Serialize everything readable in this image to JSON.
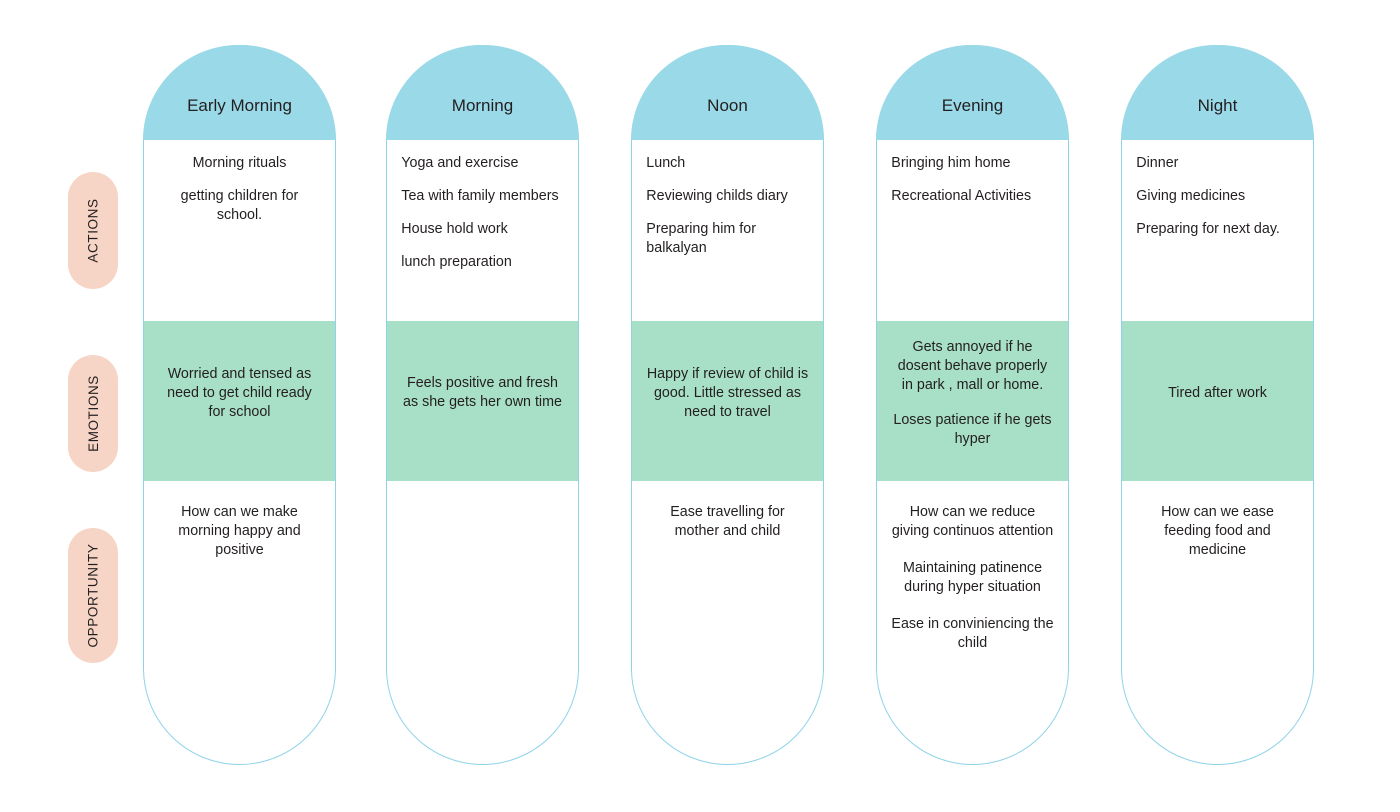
{
  "row_labels": [
    {
      "key": "actions",
      "text": "ACTIONS"
    },
    {
      "key": "emotions",
      "text": "EMOTIONS"
    },
    {
      "key": "opportunity",
      "text": "OPPORTUNITY"
    }
  ],
  "colors": {
    "header_blue": "#9ad9e8",
    "outline_blue": "#8fd3e8",
    "emotion_green": "#a8dfc7",
    "label_pink": "#f6d5c6",
    "text": "#231f20",
    "background": "#ffffff"
  },
  "columns": [
    {
      "title": "Early Morning",
      "actions_align": "center",
      "actions": [
        "Morning rituals",
        "getting children for school."
      ],
      "emotions": [
        "Worried  and tensed as need to get child ready for school"
      ],
      "opportunity": [
        "How can we make morning happy and positive"
      ]
    },
    {
      "title": "Morning",
      "actions_align": "left",
      "actions": [
        "Yoga and exercise",
        "Tea with family members",
        "House hold work",
        "lunch preparation"
      ],
      "emotions": [
        "Feels positive and fresh as she gets her own time"
      ],
      "opportunity": []
    },
    {
      "title": "Noon",
      "actions_align": "left",
      "actions": [
        "Lunch",
        "Reviewing childs diary",
        "Preparing him for balkalyan"
      ],
      "emotions": [
        "Happy if review of child is good. Little stressed as need to travel"
      ],
      "opportunity": [
        "Ease travelling for mother and child"
      ]
    },
    {
      "title": "Evening",
      "actions_align": "left",
      "actions": [
        "Bringing him home",
        "Recreational Activities"
      ],
      "emotions": [
        "Gets annoyed if he dosent behave properly in park , mall or home.",
        "Loses patience if he gets hyper"
      ],
      "opportunity": [
        "How can we reduce giving continuos attention",
        "Maintaining patinence during hyper situation",
        "Ease in conviniencing the child"
      ]
    },
    {
      "title": "Night",
      "actions_align": "left",
      "actions": [
        "Dinner",
        "Giving medicines",
        "Preparing for next day."
      ],
      "emotions": [
        "Tired after work"
      ],
      "opportunity": [
        "How can we ease feeding food and medicine"
      ]
    }
  ]
}
